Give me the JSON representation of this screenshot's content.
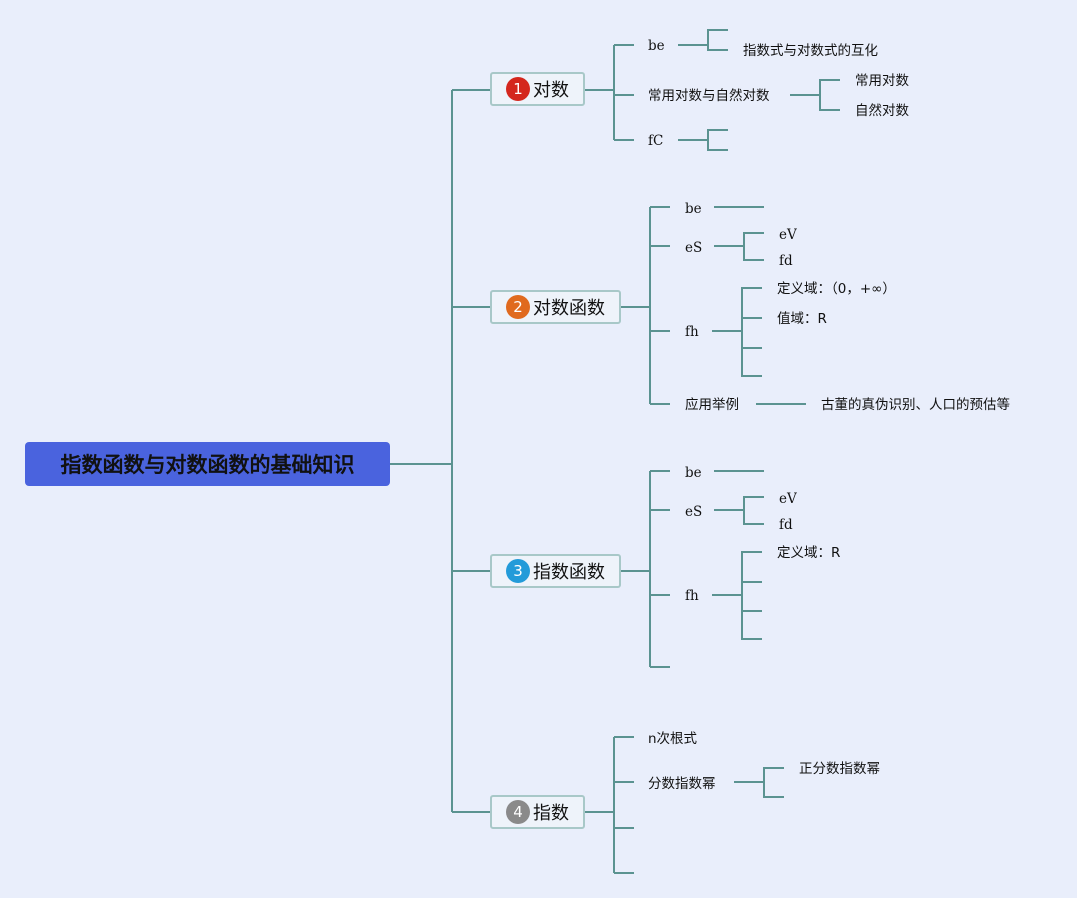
{
  "root": {
    "title": "指数函数与对数函数的基础知识"
  },
  "colors": {
    "background": "#e9eefb",
    "root_fill": "#4a63de",
    "connector": "#5b9391",
    "badge_1": "#d4271d",
    "badge_2": "#e06a1e",
    "badge_3": "#239bd9",
    "badge_4": "#8a8a8a"
  },
  "topics": [
    {
      "badge": "1",
      "label": "对数",
      "children": [
        {
          "label": "be",
          "children": [
            "指数式与对数式的互化"
          ]
        },
        {
          "label": "常用对数与自然对数",
          "children": [
            "常用对数",
            "自然对数"
          ]
        },
        {
          "label": "fC"
        }
      ]
    },
    {
      "badge": "2",
      "label": "对数函数",
      "children": [
        {
          "label": "be"
        },
        {
          "label": "eS",
          "children": [
            "eV",
            "fd"
          ]
        },
        {
          "label": "fh",
          "children": [
            "定义域：（0，+∞）",
            "值域：R"
          ]
        },
        {
          "label": "应用举例",
          "children": [
            "古董的真伪识别、人口的预估等"
          ]
        }
      ]
    },
    {
      "badge": "3",
      "label": "指数函数",
      "children": [
        {
          "label": "be"
        },
        {
          "label": "eS",
          "children": [
            "eV",
            "fd"
          ]
        },
        {
          "label": "fh",
          "children": [
            "定义域：R"
          ]
        }
      ]
    },
    {
      "badge": "4",
      "label": "指数",
      "children": [
        {
          "label": "n次根式"
        },
        {
          "label": "分数指数幂",
          "children": [
            "正分数指数幂"
          ]
        }
      ]
    }
  ]
}
